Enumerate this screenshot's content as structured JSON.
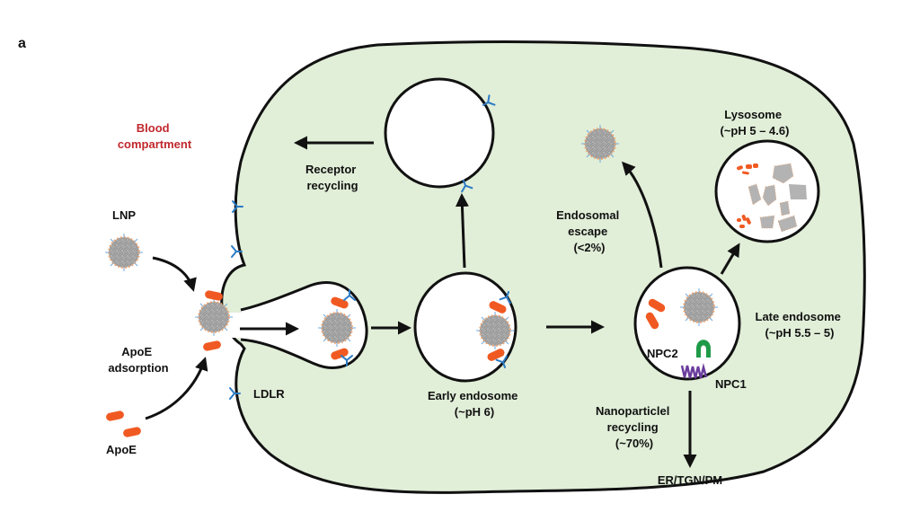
{
  "figure": {
    "panel_label": "a",
    "colors": {
      "cytoplasm": "#e1eed8",
      "outline": "#111111",
      "apoe": "#f05a22",
      "ldlr": "#2b7bc4",
      "npc2": "#1f9a48",
      "npc1": "#6a3c9c",
      "blood_label": "#c0282d",
      "lnp": "#a8a8a8"
    },
    "labels": {
      "blood_compartment": [
        "Blood",
        "compartment"
      ],
      "lnp": "LNP",
      "apoe_adsorption": [
        "ApoE",
        "adsorption"
      ],
      "apoe": "ApoE",
      "ldlr": "LDLR",
      "receptor_recycling": [
        "Receptor",
        "recycling"
      ],
      "early_endosome": [
        "Early endosome",
        "(~pH 6)"
      ],
      "endosomal_escape": [
        "Endosomal",
        "escape",
        "(<2%)"
      ],
      "lysosome": [
        "Lysosome",
        "(~pH 5 – 4.6)"
      ],
      "late_endosome": [
        "Late endosome",
        "(~pH 5.5 – 5)"
      ],
      "npc2": "NPC2",
      "npc1": "NPC1",
      "nanoparticle_recycling": [
        "Nanoparticlel",
        "recycling",
        "(~70%)"
      ],
      "destination": "ER/TGN/PM"
    },
    "icons": {
      "lnp": "lipid-nanoparticle-icon",
      "apoe": "apoe-protein-icon",
      "ldlr": "ldlr-receptor-icon",
      "npc1": "npc1-transmembrane-icon",
      "npc2": "npc2-protein-icon"
    }
  }
}
